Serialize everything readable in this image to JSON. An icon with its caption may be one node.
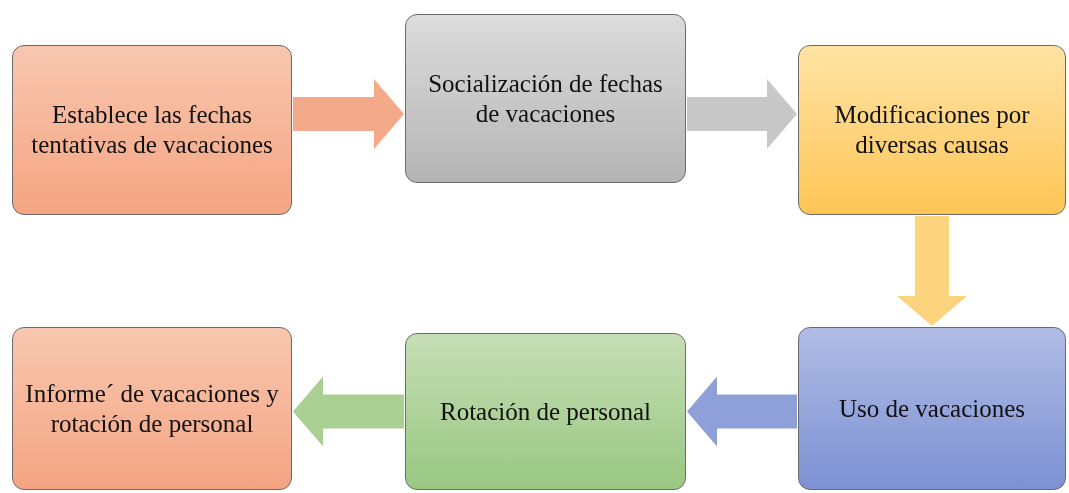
{
  "diagram": {
    "nodes": [
      {
        "text": [
          "Establece las fechas tentativas de vacaciones"
        ]
      },
      {
        "text": [
          "Socialización de fechas de vacaciones"
        ]
      },
      {
        "text": [
          "Modificaciones por diversas causas"
        ]
      },
      {
        "text": [
          "Uso de vacaciones"
        ]
      },
      {
        "text": [
          "Rotación de personal"
        ]
      },
      {
        "text": [
          "Informe´ de vacaciones y rotación de personal"
        ]
      }
    ],
    "edges": [
      {
        "from": 0,
        "to": 1,
        "arrow": "to",
        "color": "#f4a98a"
      },
      {
        "from": 1,
        "to": 2,
        "arrow": "to",
        "color": "#c8c8c8"
      },
      {
        "from": 2,
        "to": 3,
        "arrow": "to",
        "color": "#fdd47e"
      },
      {
        "from": 3,
        "to": 4,
        "arrow": "to",
        "color": "#8fa0d8"
      },
      {
        "from": 4,
        "to": 5,
        "arrow": "to",
        "color": "#a9cf92"
      }
    ]
  }
}
